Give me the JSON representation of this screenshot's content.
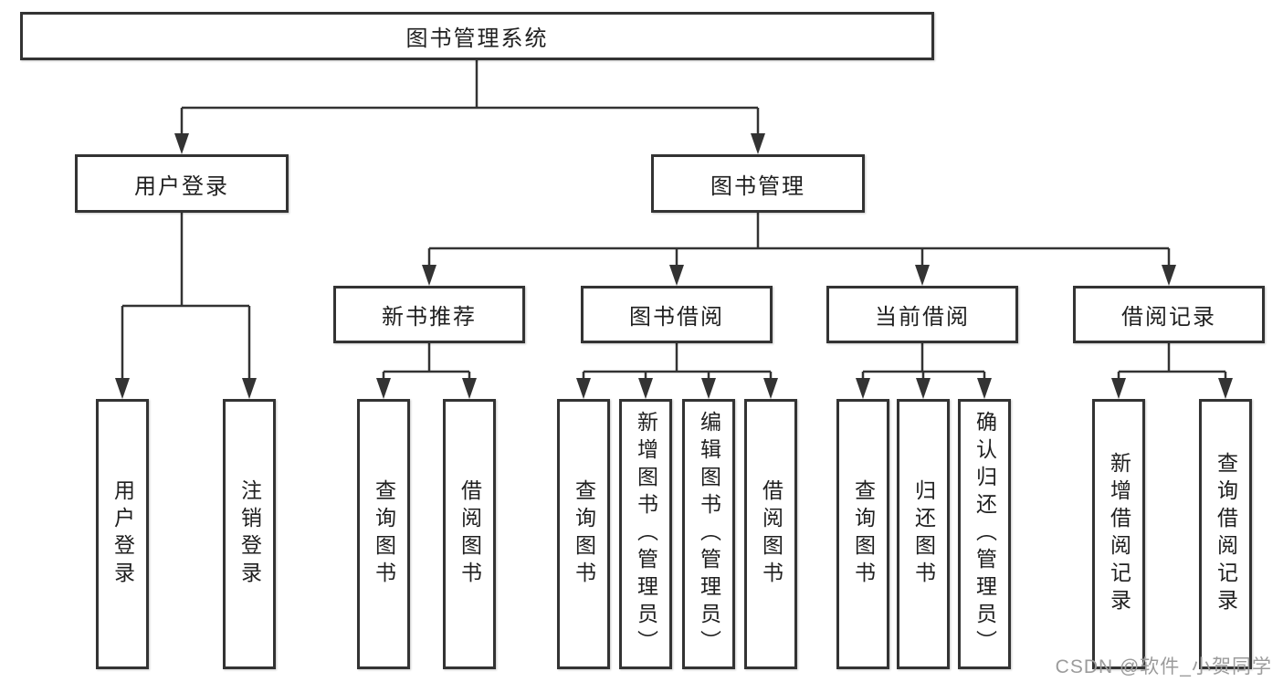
{
  "colors": {
    "background": "#ffffff",
    "line": "#333333",
    "box_border": "#333333",
    "text": "#1f1f1f",
    "watermark": "#9b9b9b"
  },
  "tree": {
    "root": {
      "label": "图书管理系统"
    },
    "branches": [
      {
        "label": "用户登录",
        "leaves": [
          {
            "label": "用户登录"
          },
          {
            "label": "注销登录"
          }
        ]
      },
      {
        "label": "图书管理",
        "groups": [
          {
            "label": "新书推荐",
            "leaves": [
              {
                "label": "查询图书"
              },
              {
                "label": "借阅图书"
              }
            ]
          },
          {
            "label": "图书借阅",
            "leaves": [
              {
                "label": "查询图书"
              },
              {
                "label": "新增图书（管理员）"
              },
              {
                "label": "编辑图书（管理员）"
              },
              {
                "label": "借阅图书"
              }
            ]
          },
          {
            "label": "当前借阅",
            "leaves": [
              {
                "label": "查询图书"
              },
              {
                "label": "归还图书"
              },
              {
                "label": "确认归还（管理员）"
              }
            ]
          },
          {
            "label": "借阅记录",
            "leaves": [
              {
                "label": "新增借阅记录"
              },
              {
                "label": "查询借阅记录"
              }
            ]
          }
        ]
      }
    ]
  },
  "watermark": {
    "text": "CSDN @软件_小贺同学"
  }
}
